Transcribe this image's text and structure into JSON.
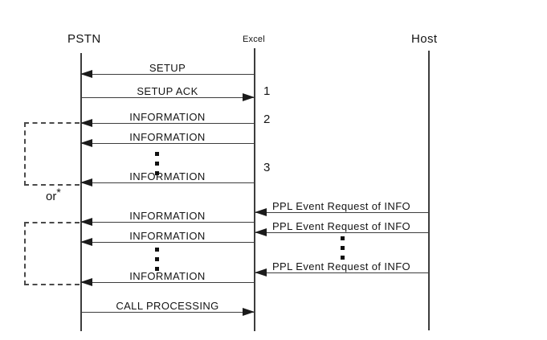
{
  "diagram": {
    "background": "#ffffff",
    "colors": {
      "line": "#3d3d3d",
      "arrowhead": "#1b1b1b",
      "text": "#141414"
    },
    "actors": [
      {
        "label": "PSTN"
      },
      {
        "label": "Excel"
      },
      {
        "label": "Host"
      }
    ],
    "messages": [
      {
        "label": "SETUP",
        "from": "Excel",
        "to": "PSTN"
      },
      {
        "label": "SETUP ACK",
        "from": "PSTN",
        "to": "Excel"
      },
      {
        "label": "INFORMATION",
        "from": "Excel",
        "to": "PSTN"
      },
      {
        "label": "INFORMATION",
        "from": "Excel",
        "to": "PSTN"
      },
      {
        "label": "INFORMATION",
        "from": "Excel",
        "to": "PSTN"
      },
      {
        "label": "PPL Event Request of INFO",
        "from": "Host",
        "to": "Excel"
      },
      {
        "label": "INFORMATION",
        "from": "Excel",
        "to": "PSTN"
      },
      {
        "label": "PPL Event Request of INFO",
        "from": "Host",
        "to": "Excel"
      },
      {
        "label": "INFORMATION",
        "from": "Excel",
        "to": "PSTN"
      },
      {
        "label": "PPL Event Request of INFO",
        "from": "Host",
        "to": "Excel"
      },
      {
        "label": "INFORMATION",
        "from": "Excel",
        "to": "PSTN"
      },
      {
        "label": "CALL PROCESSING",
        "from": "PSTN",
        "to": "Excel"
      }
    ],
    "sequence_numbers": [
      "1",
      "2",
      "3"
    ],
    "or_label": "or",
    "or_superscript": "*"
  }
}
